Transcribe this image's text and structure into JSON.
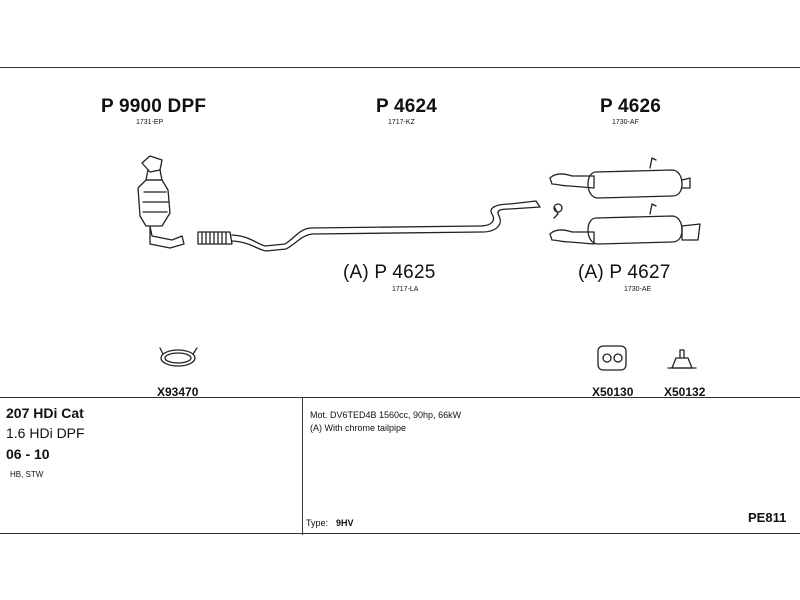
{
  "parts": [
    {
      "number": "P 9900 DPF",
      "ref": "1731-EP"
    },
    {
      "number": "P 4624",
      "ref": "1717-KZ"
    },
    {
      "number": "P 4626",
      "ref": "1730-AF"
    },
    {
      "number": "(A) P 4625",
      "ref": "1717-LA"
    },
    {
      "number": "(A) P 4627",
      "ref": "1730-AE"
    }
  ],
  "accessories": [
    {
      "code": "X93470",
      "icon": "clamp-icon"
    },
    {
      "code": "X50130",
      "icon": "rubber-mount-icon"
    },
    {
      "code": "X50132",
      "icon": "hanger-icon"
    }
  ],
  "vehicle": {
    "model": "207 HDi Cat",
    "engine": "1.6 HDi DPF",
    "years": "06 - 10",
    "body": "HB, STW"
  },
  "notes": {
    "motor": "Mot. DV6TED4B 1560cc, 90hp, 66kW",
    "option": "(A) With chrome tailpipe",
    "type_label": "Type:",
    "type_value": "9HV",
    "sheet_code": "PE811"
  }
}
